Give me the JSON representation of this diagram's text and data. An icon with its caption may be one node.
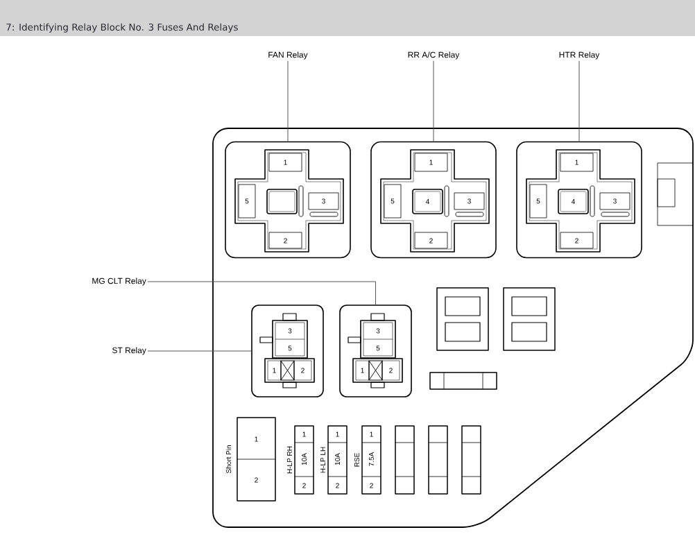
{
  "diagram": {
    "title": "7: Identifying Relay Block No. 3 Fuses And Relays",
    "nodes": [
      {
        "text": [
          "FAN Relay"
        ]
      },
      {
        "text": [
          "RR A/C Relay"
        ]
      },
      {
        "text": [
          "HTR Relay"
        ]
      },
      {
        "text": [
          "MG CLT Relay"
        ]
      },
      {
        "text": [
          "ST Relay"
        ]
      },
      {
        "text": [
          "1",
          "5",
          "3",
          "2"
        ]
      },
      {
        "text": [
          "1",
          "5",
          "4",
          "3",
          "2"
        ]
      },
      {
        "text": [
          "1",
          "5",
          "4",
          "3",
          "2"
        ]
      },
      {
        "text": [
          "3",
          "5",
          "1",
          "2"
        ]
      },
      {
        "text": [
          "3",
          "5",
          "1",
          "2"
        ]
      },
      {
        "text": [
          "1",
          "2"
        ],
        "beside": [
          "Short Pin"
        ]
      },
      {
        "text": [
          "1",
          "10A",
          "2"
        ],
        "beside": [
          "H-LP RH"
        ]
      },
      {
        "text": [
          "1",
          "10A",
          "2"
        ],
        "beside": [
          "H-LP LH"
        ]
      },
      {
        "text": [
          "1",
          "7.5A",
          "2"
        ],
        "beside": [
          "RSE"
        ]
      },
      {
        "text": [],
        "shape": "box"
      },
      {
        "text": [],
        "shape": "box"
      },
      {
        "text": [],
        "shape": "box"
      },
      {
        "text": [],
        "shape": "box"
      },
      {
        "text": [],
        "shape": "box"
      },
      {
        "text": [],
        "shape": "box"
      },
      {
        "text": [],
        "shape": "box"
      }
    ],
    "edges": [
      {
        "from": 0,
        "to": 5,
        "arrow": "none"
      },
      {
        "from": 1,
        "to": 6,
        "arrow": "none"
      },
      {
        "from": 2,
        "to": 7,
        "arrow": "none"
      },
      {
        "from": 3,
        "to": 9,
        "arrow": "none"
      },
      {
        "from": 4,
        "to": 8,
        "arrow": "none"
      }
    ]
  }
}
